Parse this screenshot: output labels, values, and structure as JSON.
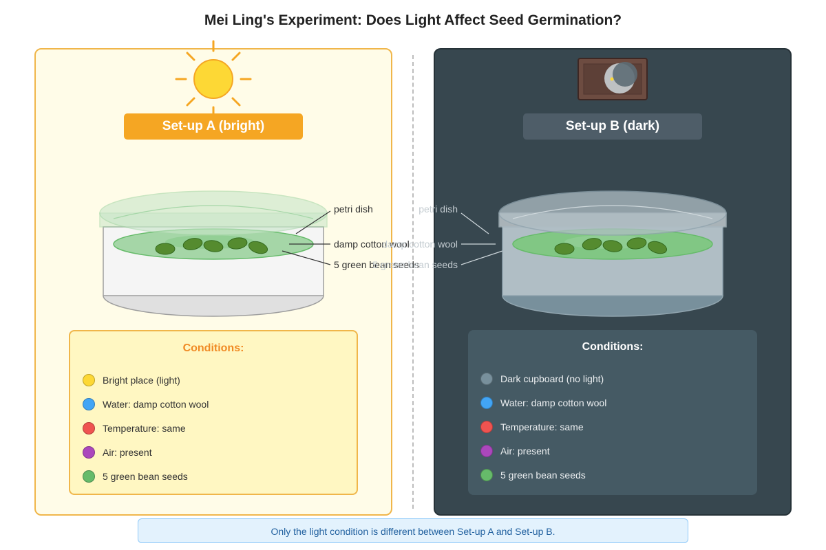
{
  "title": "Mei Ling's Experiment: Does Light Affect Seed Germination?",
  "setup_a": {
    "label": "Set-up A (bright)",
    "callouts": {
      "dish": "petri dish",
      "wool": "damp cotton wool",
      "seeds": "5 green bean seeds"
    },
    "conditions_title": "Conditions:",
    "conditions": [
      {
        "text": "Bright place (light)",
        "color": "#fdd835"
      },
      {
        "text": "Water: damp cotton wool",
        "color": "#42a5f5"
      },
      {
        "text": "Temperature: same",
        "color": "#ef5350"
      },
      {
        "text": "Air: present",
        "color": "#ab47bc"
      },
      {
        "text": "5 green bean seeds",
        "color": "#66bb6a"
      }
    ]
  },
  "setup_b": {
    "label": "Set-up B (dark)",
    "callouts": {
      "dish": "petri dish",
      "wool": "damp cotton wool",
      "seeds": "5 green bean seeds"
    },
    "conditions_title": "Conditions:",
    "conditions": [
      {
        "text": "Dark cupboard (no light)",
        "color": "#78909c"
      },
      {
        "text": "Water: damp cotton wool",
        "color": "#42a5f5"
      },
      {
        "text": "Temperature: same",
        "color": "#ef5350"
      },
      {
        "text": "Air: present",
        "color": "#ab47bc"
      },
      {
        "text": "5 green bean seeds",
        "color": "#66bb6a"
      }
    ]
  },
  "note": "Only the light condition is different between Set-up A and Set-up B.",
  "colors": {
    "bright_panel": "#fffce8",
    "bright_accent": "#f5a623",
    "dark_panel": "#37474f",
    "dark_label": "#4e5d68",
    "seed": "#558b2f",
    "cotton_wool": "#a5d6a7"
  }
}
